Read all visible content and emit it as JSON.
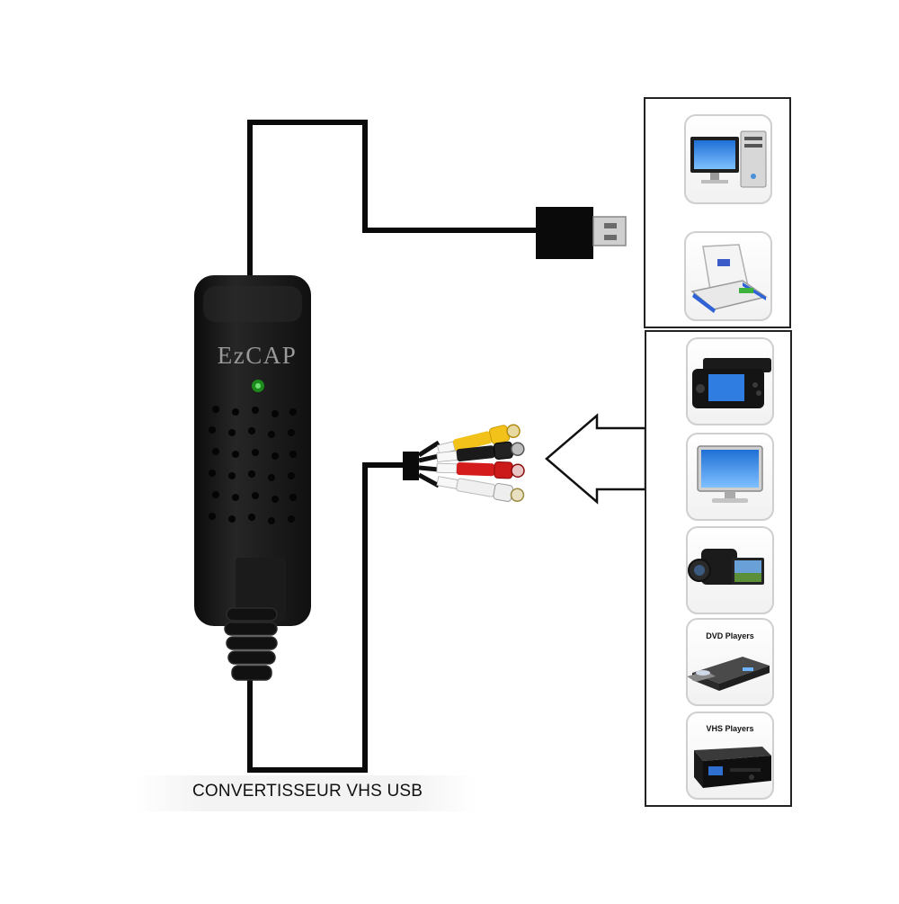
{
  "device": {
    "brand": "EzCAP",
    "caption": "CONVERTISSEUR VHS USB",
    "body_color": "#151515",
    "led_color": "#1c8a1c"
  },
  "rca_plugs": [
    {
      "color": "#f2c21a",
      "label": "yellow"
    },
    {
      "color": "#1a1a1a",
      "label": "black"
    },
    {
      "color": "#d41c1c",
      "label": "red"
    },
    {
      "color": "#f0f0f0",
      "label": "white"
    }
  ],
  "hosts": [
    {
      "icon": "desktop-computer-icon"
    },
    {
      "icon": "laptop-icon"
    }
  ],
  "sources": [
    {
      "icon": "game-console-icon",
      "label": ""
    },
    {
      "icon": "tv-monitor-icon",
      "label": ""
    },
    {
      "icon": "camcorder-icon",
      "label": ""
    },
    {
      "icon": "dvd-player-icon",
      "label": "DVD Players"
    },
    {
      "icon": "vhs-player-icon",
      "label": "VHS Players"
    }
  ]
}
